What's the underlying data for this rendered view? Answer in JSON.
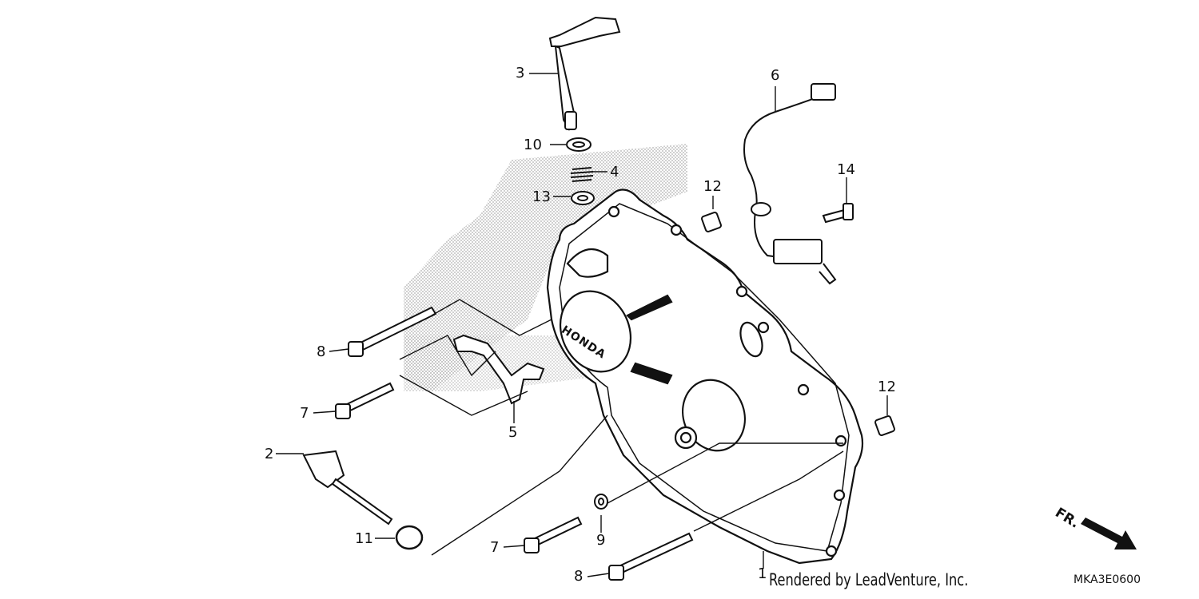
{
  "diagram": {
    "callouts": {
      "c1": "1",
      "c2": "2",
      "c3": "3",
      "c4": "4",
      "c5": "5",
      "c6": "6",
      "c7a": "7",
      "c7b": "7",
      "c8a": "8",
      "c8b": "8",
      "c9": "9",
      "c10": "10",
      "c11": "11",
      "c12a": "12",
      "c12b": "12",
      "c13": "13",
      "c14": "14"
    },
    "cover_emblem": "HONDA",
    "direction_label": "FR.",
    "credit": "Rendered by LeadVenture, Inc.",
    "diagram_code": "MKA3E0600"
  }
}
